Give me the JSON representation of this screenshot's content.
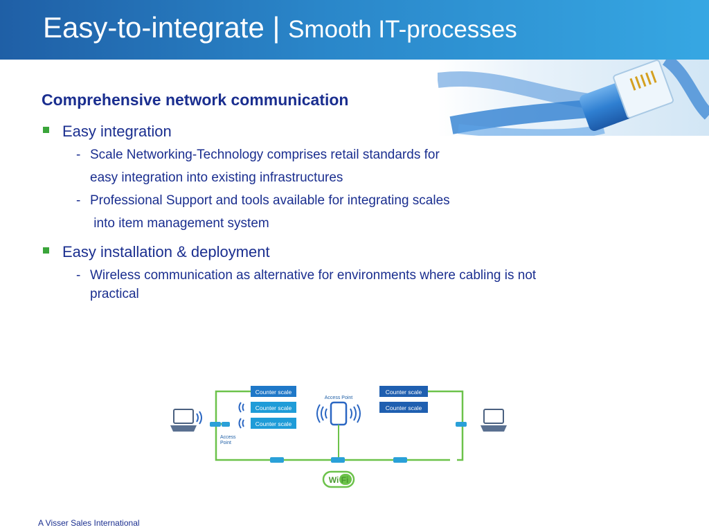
{
  "header": {
    "title_main": "Easy-to-integrate",
    "separator": " | ",
    "title_sub": "Smooth IT-processes"
  },
  "content": {
    "heading": "Comprehensive network communication",
    "bullets": [
      {
        "label": "Easy integration",
        "items": [
          {
            "line1": "Scale Networking-Technology comprises retail standards for",
            "line2": "easy integration into  existing infrastructures"
          },
          {
            "line1": "Professional Support and tools available for integrating scales",
            "line2": " into item management system"
          }
        ]
      },
      {
        "label": "Easy installation & deployment",
        "items": [
          {
            "line1": "Wireless communication as alternative for environments where cabling is not",
            "line2": "practical"
          }
        ]
      }
    ],
    "dash": "-"
  },
  "diagram": {
    "scale_label": "Counter scale",
    "access_point_top": "Access Point",
    "access_point_left_1": "Access",
    "access_point_left_2": "Point",
    "wifi_label": "Wi Fi"
  },
  "footer": {
    "text": "A Visser Sales International"
  },
  "colors": {
    "header_start": "#1f5fa6",
    "header_end": "#36a7e3",
    "text": "#1a2e8f",
    "bullet": "#3aa53a",
    "network_line": "#6cc24a",
    "scale_box": "#1f78c8"
  },
  "icons": [
    "network-cable-image",
    "laptop-icon",
    "wifi-signal-icon",
    "access-point-device-icon",
    "wifi-logo-icon"
  ]
}
